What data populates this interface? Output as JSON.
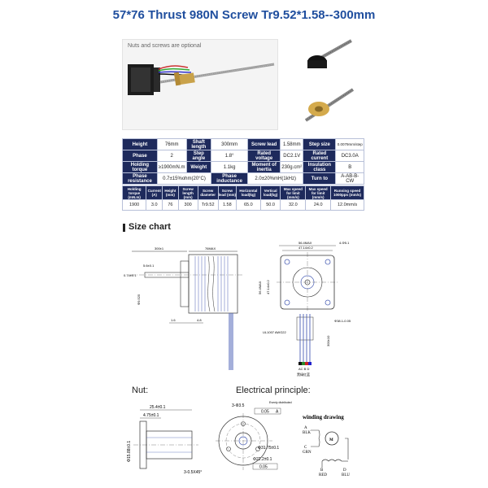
{
  "title": "57*76 Thrust 980N Screw Tr9.52*1.58--300mm",
  "photo_note": "Nuts and screws are optional",
  "spec_rows": [
    [
      {
        "h": "Height"
      },
      {
        "v": "76mm"
      },
      {
        "h": "Shaft length"
      },
      {
        "v": "300mm"
      },
      {
        "h": "Screw lead"
      },
      {
        "v": "1.58mm"
      },
      {
        "h": "Step size"
      },
      {
        "v": "0.0079mm/step"
      }
    ],
    [
      {
        "h": "Phase"
      },
      {
        "v": "2"
      },
      {
        "h": "Step angle"
      },
      {
        "v": "1.8°"
      },
      {
        "h": "Rated voltage"
      },
      {
        "v": "DC2.1V"
      },
      {
        "h": "Rated current"
      },
      {
        "v": "DC3.0A"
      }
    ],
    [
      {
        "h": "Holding torque"
      },
      {
        "v": "≥1900mN.m"
      },
      {
        "h": "Weight"
      },
      {
        "v": "1.1kg"
      },
      {
        "h": "Moment of inertia"
      },
      {
        "v": "230g.cm²"
      },
      {
        "h": "Insulation class"
      },
      {
        "v": "B"
      }
    ],
    [
      {
        "h": "Phase resistance"
      },
      {
        "v": "0.7±15%ohm(20°C)"
      },
      {
        "h": "Phase inductance"
      },
      {
        "v": "2.0±20%mH(1kHz)"
      },
      {
        "h": "Turn to"
      },
      {
        "v": "A-AB-B-CW"
      }
    ]
  ],
  "perf_headers": [
    "Holding torque (mN.m)",
    "Current (A)",
    "Height (mm)",
    "Screw length (mm)",
    "Screw diameter",
    "Screw lead (mm)",
    "Horizontal load(kg)",
    "Vertical load(kg)",
    "Max speed for limit (mm/s)",
    "Max speed for limit (mm/s)",
    "Running speed 1000pps (mm/s)"
  ],
  "perf_values": [
    "1900",
    "3.0",
    "76",
    "300",
    "Tr9.52",
    "1.58",
    "65.0",
    "50.0",
    "32.0",
    "24.0",
    "12.0mm/s"
  ],
  "size_chart_title": "Size chart",
  "dims": {
    "d300": "300±1",
    "d76": "76MAX",
    "d5": "5.6±0.1",
    "d074": "0.74±0.1",
    "phi": "Φ9.525",
    "d16": "1.6",
    "d48": "4.8",
    "d5646": "56.4MAX",
    "d4714": "47.14±0.2",
    "holes": "4-Φ5.1",
    "d3811": "Φ38.1-0.05",
    "cable": "UL1007 AWG22",
    "d300b": "300±10",
    "wires": "AC B D",
    "wire_note": "黑绿红蓝"
  },
  "nut_title": "Nut:",
  "elec_title": "Electrical principle:",
  "nut_dims": {
    "d25": "25.4±0.1",
    "d475": "4.75±0.1",
    "phi": "Φ15.88±0.1",
    "chamfer": "3-0.5X45°"
  },
  "elec_dims": {
    "holes": "3-Φ3.5",
    "evenly": "Evenly distributed",
    "tol1": "0.05",
    "datumA": "A",
    "d3175": "Φ31.75±0.1",
    "d222": "Φ22.2±0.1",
    "tol2": "0.05"
  },
  "winding": {
    "title": "winding drawing",
    "a": "A",
    "blk": "BLK",
    "c": "C",
    "grn": "GRN",
    "m": "M",
    "b": "B",
    "red": "RED",
    "d": "D",
    "blu": "BLU"
  }
}
